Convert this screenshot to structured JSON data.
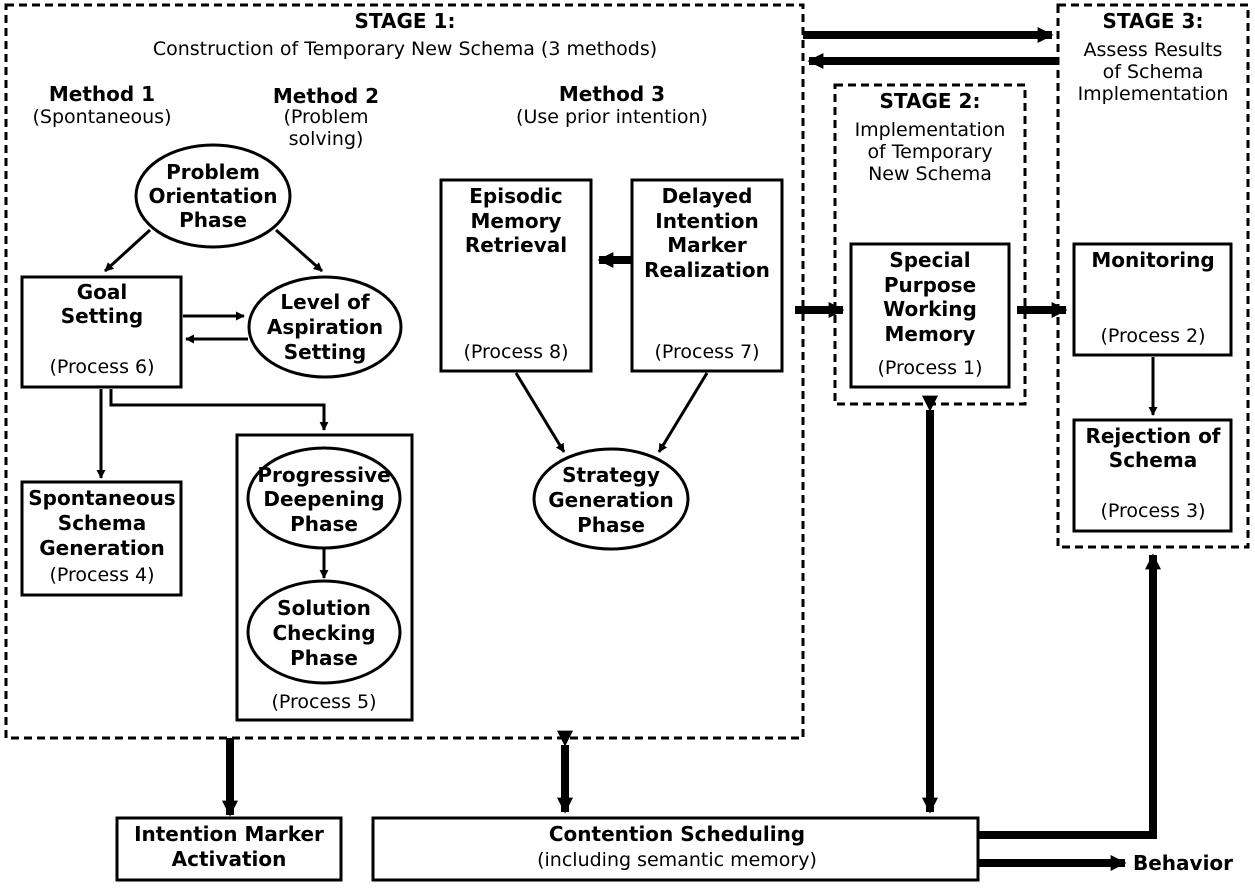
{
  "stage1": {
    "title": "STAGE 1:",
    "subtitle": "Construction of Temporary New Schema (3 methods)",
    "method1": {
      "title": "Method 1",
      "sub": "(Spontaneous)"
    },
    "method2": {
      "title": "Method 2",
      "sub_line1": "(Problem",
      "sub_line2": "solving)"
    },
    "method3": {
      "title": "Method 3",
      "sub": "(Use prior intention)"
    },
    "problem_orientation": [
      "Problem",
      "Orientation",
      "Phase"
    ],
    "goal_setting": {
      "lines": [
        "Goal",
        "Setting"
      ],
      "process": "(Process 6)"
    },
    "level_of_aspiration": [
      "Level of",
      "Aspiration",
      "Setting"
    ],
    "spontaneous_schema": {
      "lines": [
        "Spontaneous",
        "Schema",
        "Generation"
      ],
      "process": "(Process 4)"
    },
    "progressive_deepening": [
      "Progressive",
      "Deepening",
      "Phase"
    ],
    "solution_checking": [
      "Solution",
      "Checking",
      "Phase"
    ],
    "process5": "(Process 5)",
    "episodic_memory": {
      "lines": [
        "Episodic",
        "Memory",
        "Retrieval"
      ],
      "process": "(Process 8)"
    },
    "delayed_intention": {
      "lines": [
        "Delayed",
        "Intention",
        "Marker",
        "Realization"
      ],
      "process": "(Process 7)"
    },
    "strategy_generation": [
      "Strategy",
      "Generation",
      "Phase"
    ]
  },
  "stage2": {
    "title": "STAGE 2:",
    "subtitle": [
      "Implementation",
      "of Temporary",
      "New Schema"
    ],
    "special_purpose": {
      "lines": [
        "Special",
        "Purpose",
        "Working",
        "Memory"
      ],
      "process": "(Process 1)"
    }
  },
  "stage3": {
    "title": "STAGE 3:",
    "subtitle": [
      "Assess Results",
      "of Schema",
      "Implementation"
    ],
    "monitoring": {
      "label": "Monitoring",
      "process": "(Process 2)"
    },
    "rejection": {
      "lines": [
        "Rejection of",
        "Schema"
      ],
      "process": "(Process 3)"
    }
  },
  "intention_marker": [
    "Intention Marker",
    "Activation"
  ],
  "contention_scheduling": {
    "title": "Contention Scheduling",
    "sub": "(including semantic memory)"
  },
  "behavior": "Behavior"
}
